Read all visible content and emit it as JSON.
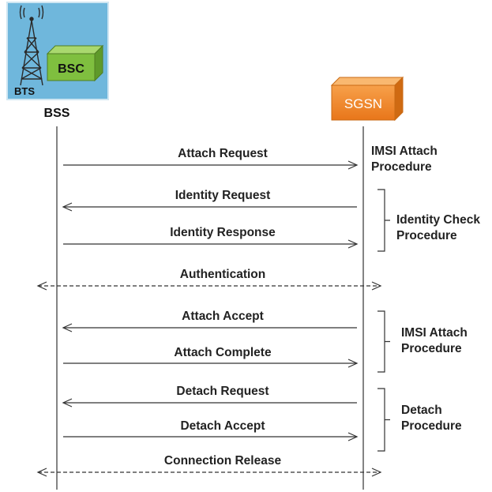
{
  "nodes": {
    "bss_label": "BSS",
    "bts_label": "BTS",
    "bsc_label": "BSC",
    "sgsn_label": "SGSN"
  },
  "colors": {
    "bss_panel": "#6fb7dc",
    "bsc_box": "#7fbf3f",
    "sgsn_box": "#f28a2e",
    "tower": "#2a2a2a",
    "line": "#333333"
  },
  "messages": [
    {
      "label": "Attach Request",
      "direction": "right",
      "style": "solid"
    },
    {
      "label": "Identity Request",
      "direction": "left",
      "style": "solid"
    },
    {
      "label": "Identity Response",
      "direction": "right",
      "style": "solid"
    },
    {
      "label": "Authentication",
      "direction": "both",
      "style": "dashed"
    },
    {
      "label": "Attach Accept",
      "direction": "left",
      "style": "solid"
    },
    {
      "label": "Attach Complete",
      "direction": "right",
      "style": "solid"
    },
    {
      "label": "Detach  Request",
      "direction": "left",
      "style": "solid"
    },
    {
      "label": "Detach  Accept",
      "direction": "right",
      "style": "solid"
    },
    {
      "label": "Connection Release",
      "direction": "both",
      "style": "dashed"
    }
  ],
  "procedures": [
    {
      "lines": [
        "IMSI Attach",
        "Procedure"
      ],
      "bracket": false
    },
    {
      "lines": [
        "Identity Check",
        "Procedure"
      ],
      "bracket": true
    },
    {
      "lines": [
        "IMSI Attach",
        "Procedure"
      ],
      "bracket": true
    },
    {
      "lines": [
        "Detach",
        "Procedure"
      ],
      "bracket": true
    }
  ]
}
